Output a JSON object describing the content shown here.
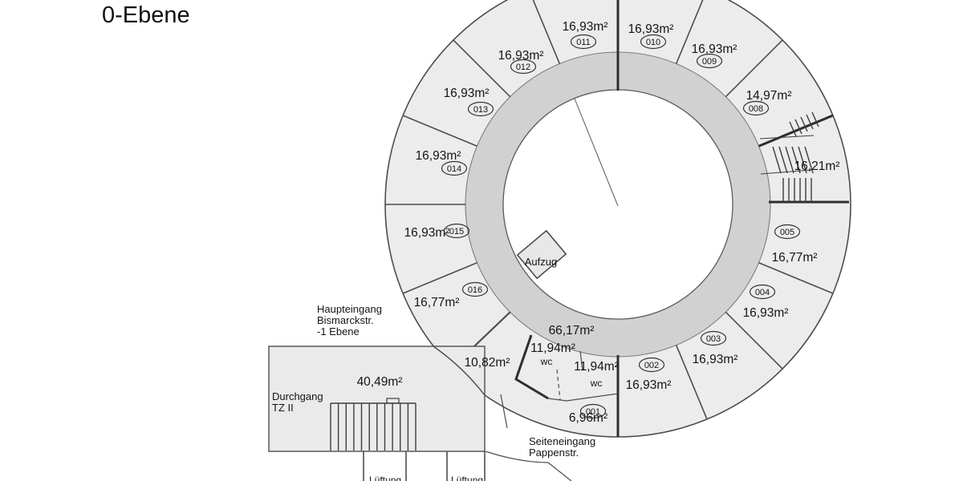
{
  "title": "0-Ebene",
  "colors": {
    "room_fill": "#ececec",
    "ring_fill": "#d1d1d1",
    "inner_fill": "#ffffff",
    "building_fill": "#eaeaea",
    "wall": "#2e2e2e"
  },
  "rooms": [
    {
      "id": "001",
      "area": "6,96m²"
    },
    {
      "id": "002",
      "area": "16,93m²"
    },
    {
      "id": "003",
      "area": "16,93m²"
    },
    {
      "id": "004",
      "area": "16,93m²"
    },
    {
      "id": "005",
      "area": "16,77m²"
    },
    {
      "id": "008",
      "area": "14,97m²"
    },
    {
      "id": "009",
      "area": "16,93m²"
    },
    {
      "id": "010",
      "area": "16,93m²"
    },
    {
      "id": "011",
      "area": "16,93m²"
    },
    {
      "id": "012",
      "area": "16,93m²"
    },
    {
      "id": "013",
      "area": "16,93m²"
    },
    {
      "id": "014",
      "area": "16,93m²"
    },
    {
      "id": "015",
      "area": "16,93m²"
    },
    {
      "id": "016",
      "area": "16,77m²"
    }
  ],
  "areas": {
    "corridor": "66,17m²",
    "stairwell": "16,21m²",
    "small_room": "10,82m²",
    "passage_area": "40,49m²",
    "wc_left": {
      "area": "11,94m²",
      "label": "wc"
    },
    "wc_right": {
      "area": "11,94m²",
      "label": "wc"
    }
  },
  "labels": {
    "main_entrance_1": "Haupteingang",
    "main_entrance_2": "Bismarckstr.",
    "main_entrance_3": "-1 Ebene",
    "passage_1": "Durchgang",
    "passage_2": "TZ II",
    "side_entrance_1": "Seiteneingang",
    "side_entrance_2": "Pappenstr.",
    "elevator": "Aufzug",
    "vent_1": "Lüftung",
    "vent_2": "Lüftung"
  }
}
